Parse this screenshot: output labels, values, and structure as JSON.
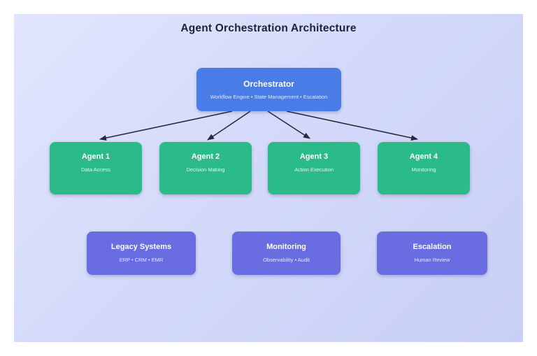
{
  "title": "Agent Orchestration Architecture",
  "nodes": {
    "orchestrator": {
      "title": "Orchestrator",
      "subtitle": "Workflow Engine • State Management • Escalation"
    },
    "agent1": {
      "title": "Agent 1",
      "subtitle": "Data Access"
    },
    "agent2": {
      "title": "Agent 2",
      "subtitle": "Decision Making"
    },
    "agent3": {
      "title": "Agent 3",
      "subtitle": "Action Execution"
    },
    "agent4": {
      "title": "Agent 4",
      "subtitle": "Monitoring"
    },
    "legacy": {
      "title": "Legacy Systems",
      "subtitle": "ERP • CRM • EMR"
    },
    "monitoring": {
      "title": "Monitoring",
      "subtitle": "Observability • Audit"
    },
    "escalation": {
      "title": "Escalation",
      "subtitle": "Human Review"
    }
  },
  "edges": [
    {
      "from": "Orchestrator",
      "to": "Agent 1"
    },
    {
      "from": "Orchestrator",
      "to": "Agent 2"
    },
    {
      "from": "Orchestrator",
      "to": "Agent 3"
    },
    {
      "from": "Orchestrator",
      "to": "Agent 4"
    }
  ],
  "colors": {
    "orchestrator_blue": "#497ce7",
    "agent_green": "#2abb89",
    "system_purple": "#6a6ce1",
    "arrow": "#252b38",
    "title_text": "#1c2434",
    "canvas_top": "#e1e6fd",
    "canvas_bottom": "#c8cff6"
  }
}
